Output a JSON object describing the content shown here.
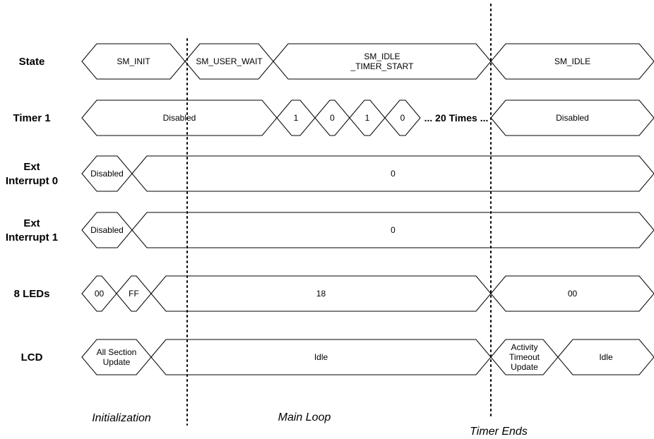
{
  "rows": [
    {
      "label": [
        "State"
      ],
      "segments": [
        {
          "lines": [
            "SM_INIT"
          ]
        },
        {
          "lines": [
            "SM_USER_WAIT"
          ]
        },
        {
          "lines": [
            "SM_IDLE",
            "_TIMER_START"
          ]
        },
        {
          "lines": [
            "SM_IDLE"
          ]
        }
      ]
    },
    {
      "label": [
        "Timer 1"
      ],
      "segments": [
        {
          "lines": [
            "Disabled"
          ]
        },
        {
          "lines": [
            "1"
          ]
        },
        {
          "lines": [
            "0"
          ]
        },
        {
          "lines": [
            "1"
          ]
        },
        {
          "lines": [
            "0"
          ]
        },
        {
          "lines": [
            "Disabled"
          ]
        }
      ],
      "note": "... 20 Times ..."
    },
    {
      "label": [
        "Ext",
        "Interrupt 0"
      ],
      "segments": [
        {
          "lines": [
            "Disabled"
          ]
        },
        {
          "lines": [
            "0"
          ]
        }
      ]
    },
    {
      "label": [
        "Ext",
        "Interrupt 1"
      ],
      "segments": [
        {
          "lines": [
            "Disabled"
          ]
        },
        {
          "lines": [
            "0"
          ]
        }
      ]
    },
    {
      "label": [
        "8 LEDs"
      ],
      "segments": [
        {
          "lines": [
            "00"
          ]
        },
        {
          "lines": [
            "FF"
          ]
        },
        {
          "lines": [
            "18"
          ]
        },
        {
          "lines": [
            "00"
          ]
        }
      ]
    },
    {
      "label": [
        "LCD"
      ],
      "segments": [
        {
          "lines": [
            "All Section",
            "Update"
          ]
        },
        {
          "lines": [
            "Idle"
          ]
        },
        {
          "lines": [
            "Activity",
            "Timeout",
            "Update"
          ]
        },
        {
          "lines": [
            "Idle"
          ]
        }
      ]
    }
  ],
  "phases": [
    "Initialization",
    "Main Loop",
    "Timer Ends"
  ]
}
